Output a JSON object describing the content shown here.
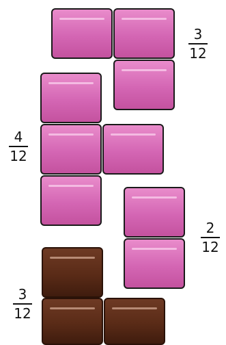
{
  "fractions": {
    "group1": {
      "numerator": "3",
      "denominator": "12"
    },
    "group2": {
      "numerator": "4",
      "denominator": "12"
    },
    "group3": {
      "numerator": "2",
      "denominator": "12"
    },
    "group4": {
      "numerator": "3",
      "denominator": "12"
    }
  },
  "colors": {
    "pink_piece": "#d466b4",
    "chocolate_piece": "#5a2b17"
  }
}
